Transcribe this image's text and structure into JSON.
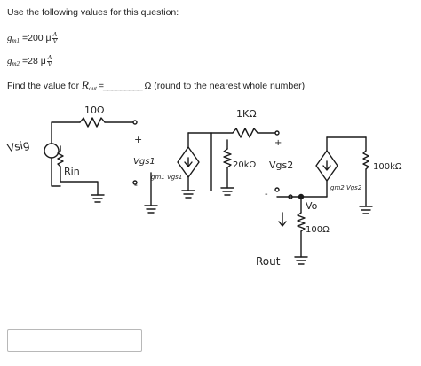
{
  "question": {
    "intro": "Use the following values for this question:",
    "gm1": {
      "symbol": "g",
      "sub": "m1",
      "eq": " =200 μ",
      "unit_num": "A",
      "unit_den": "V"
    },
    "gm2": {
      "symbol": "g",
      "sub": "m2",
      "eq": " =28 μ",
      "unit_num": "A",
      "unit_den": "V"
    },
    "find_prefix": "Find the value for ",
    "find_var": "R",
    "find_var_sub": "out",
    "find_blank": " =_________",
    "find_suffix": " Ω (round to the nearest whole number)"
  },
  "circuit": {
    "r_source": "10Ω",
    "source": "Vsig",
    "r_in": "Rin",
    "vgs1": "Vgs1",
    "vgs1_plus": "+",
    "vgs1_minus": "-",
    "cs1": "gm1 Vgs1",
    "r_mid": "1KΩ",
    "r_20k": "20kΩ",
    "vgs2": "Vgs2",
    "vgs2_plus": "+",
    "vgs2_minus": "-",
    "cs2": "gm2 Vgs2",
    "r_100k": "100kΩ",
    "vo": "Vo",
    "r_100": "100Ω",
    "rout": "Rout"
  },
  "answer": {
    "value": ""
  }
}
